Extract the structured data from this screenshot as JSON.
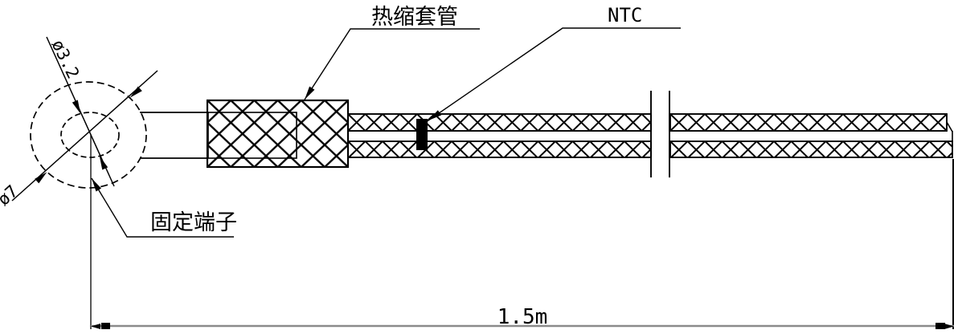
{
  "drawing": {
    "callouts": {
      "heat_shrink_tube": "热缩套管",
      "ntc": "NTC",
      "fixing_terminal": "固定端子"
    },
    "dimensions": {
      "hole_diameter": "ø3.2",
      "ring_outer_diameter": "ø7",
      "cable_length": "1.5m"
    },
    "colors": {
      "line": "#000000",
      "dimension_line": "#8a8a8a",
      "background": "#ffffff"
    }
  }
}
